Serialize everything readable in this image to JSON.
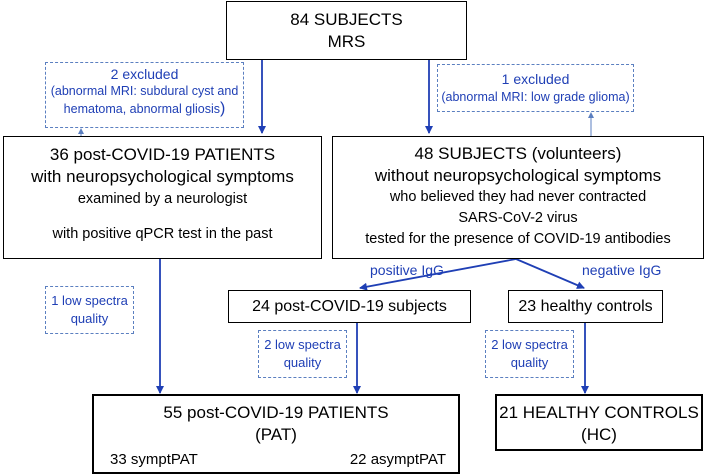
{
  "top_box": {
    "line1": "84 SUBJECTS",
    "line2": "MRS"
  },
  "excluded_left": {
    "count": "2 excluded",
    "reason1": "(abnormal MRI: subdural cyst and",
    "reason2": "hematoma, abnormal gliosis",
    "reason3": ")"
  },
  "excluded_right": {
    "count": "1 excluded",
    "reason": "(abnormal MRI: low grade glioma)"
  },
  "patients_box": {
    "line1": "36 post-COVID-19 PATIENTS",
    "line2": "with neuropsychological symptoms",
    "line3": "examined by a neurologist",
    "line4": "with positive qPCR test in the past"
  },
  "volunteers_box": {
    "line1": "48 SUBJECTS (volunteers)",
    "line2": "without neuropsychological symptoms",
    "line3": "who believed they had never contracted",
    "line4": "SARS-CoV-2 virus",
    "line5": "tested for the presence of COVID-19 antibodies"
  },
  "branch_labels": {
    "positive": "positive IgG",
    "negative": "negative IgG"
  },
  "post_covid_box": {
    "text": "24 post-COVID-19 subjects"
  },
  "healthy_box": {
    "text": "23 healthy controls"
  },
  "low_quality_1": {
    "line1": "1 low spectra",
    "line2": "quality"
  },
  "low_quality_2": {
    "line1": "2 low spectra",
    "line2": "quality"
  },
  "low_quality_3": {
    "line1": "2 low spectra",
    "line2": "quality"
  },
  "pat_box": {
    "line1": "55 post-COVID-19 PATIENTS",
    "line2": "(PAT)",
    "left": "33 symptPAT",
    "right": "22 asymptPAT"
  },
  "hc_box": {
    "line1": "21 HEALTHY CONTROLS",
    "line2": "(HC)"
  },
  "colors": {
    "arrow": "#1f3fb5",
    "note_text": "#1f3fb5",
    "note_border": "#5b7fc0"
  }
}
